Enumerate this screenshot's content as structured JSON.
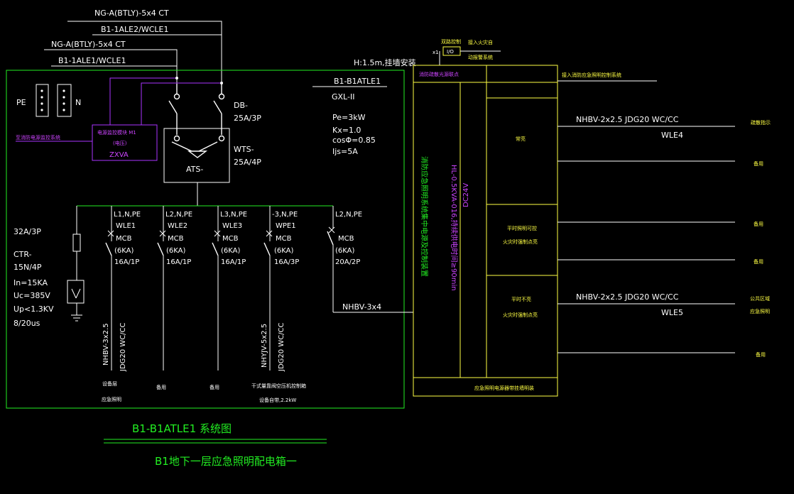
{
  "colors": {
    "background": "#000000",
    "white": "#ffffff",
    "green": "#22ee22",
    "yellow": "#ffff44",
    "magenta": "#cc44ff"
  },
  "feeders": {
    "feeder1_cable": "NG-A(BTLY)-5x4 CT",
    "feeder1_id": "B1-1ALE2/WCLE1",
    "feeder2_cable": "NG-A(BTLY)-5x4 CT",
    "feeder2_id": "B1-1ALE1/WCLE1"
  },
  "panel": {
    "mount": "H:1.5m,挂墙安装",
    "name": "B1-B1ATLE1",
    "model": "GXL-II",
    "pe_label": "PE",
    "n_label": "N",
    "pe_power": "Pe=3kW",
    "kx": "Kx=1.0",
    "cos": "cosΦ=0.85",
    "ijs": "Ijs=5A"
  },
  "monitor": {
    "label": "至消防电源监控系统",
    "module_line1": "电源监控模块 M1",
    "module_line2": "(电压)",
    "module_line3": "ZXVA"
  },
  "main_devices": {
    "db": "DB-",
    "db_rating": "25A/3P",
    "wts": "WTS-",
    "wts_rating": "25A/4P",
    "ats": "ATS-"
  },
  "spd": {
    "rating": "32A/3P",
    "model": "CTR-",
    "model2": "15N/4P",
    "in": "In=15KA",
    "uc": "Uc=385V",
    "up": "Up<1.3KV",
    "wave": "8/20us"
  },
  "circuits": [
    {
      "phase": "L1,N,PE",
      "id": "WLE1",
      "type": "MCB",
      "breaking": "(6KA)",
      "rating": "16A/1P",
      "cable": "NHBV-3x2.5",
      "conduit": "JDG20 WC/CC",
      "load1": "设备层",
      "load2": "应急照明"
    },
    {
      "phase": "L2,N,PE",
      "id": "WLE2",
      "type": "MCB",
      "breaking": "(6KA)",
      "rating": "16A/1P",
      "cable": "",
      "conduit": "",
      "load1": "备用",
      "load2": ""
    },
    {
      "phase": "L3,N,PE",
      "id": "WLE3",
      "type": "MCB",
      "breaking": "(6KA)",
      "rating": "16A/1P",
      "cable": "",
      "conduit": "",
      "load1": "备用",
      "load2": ""
    },
    {
      "phase": "-3,N,PE",
      "id": "WPE1",
      "type": "MCB",
      "breaking": "(6KA)",
      "rating": "16A/3P",
      "cable": "NHYJV-5x2.5",
      "conduit": "JDG20 WC/CC",
      "load1": "干式量靠阀空压机控制箱",
      "load2": "设备自带,2.2kW"
    },
    {
      "phase": "L2,N,PE",
      "id": "",
      "type": "MCB",
      "breaking": "(6KA)",
      "rating": "20A/2P",
      "cable": "NHBV-3x4",
      "conduit": "",
      "load1": "",
      "load2": ""
    }
  ],
  "control": {
    "switch_label": "I/O",
    "x1": "x1",
    "top_note1": "双路控制",
    "top_note2": "接入火灾自",
    "top_note3": "动报警系统",
    "header_left": "消防疏散光源联点",
    "header_right": "接入消防应急照明控制系统",
    "vertical_title": "消防应急照明系统集中电源及控制装置",
    "vertical_spec": "HL-0.5KVA-016,持续供电时间≥90min",
    "dc": "DC24V",
    "footer": "应急照明电源器带挂墙明装"
  },
  "outputs": [
    {
      "box": "常亮",
      "box2": "",
      "cable": "NHBV-2x2.5 JDG20 WC/CC",
      "id": "WLE4",
      "dest": "疏散指示"
    },
    {
      "box": "",
      "box2": "",
      "cable": "",
      "id": "",
      "dest": "备用"
    },
    {
      "box": "平时照明可控",
      "box2": "火灾时强制点亮",
      "cable": "",
      "id": "",
      "dest": "备用"
    },
    {
      "box": "",
      "box2": "",
      "cable": "",
      "id": "",
      "dest": "备用"
    },
    {
      "box": "平时不亮",
      "box2": "火灾时强制点亮",
      "cable": "NHBV-2x2.5 JDG20 WC/CC",
      "id": "WLE5",
      "dest": "公共区域"
    },
    {
      "box": "",
      "box2": "",
      "cable": "",
      "id": "",
      "dest": "应急照明"
    },
    {
      "box": "",
      "box2": "",
      "cable": "",
      "id": "",
      "dest": "备用"
    }
  ],
  "titles": {
    "system": "B1-B1ATLE1 系统图",
    "panel": "B1地下一层应急照明配电箱一"
  }
}
